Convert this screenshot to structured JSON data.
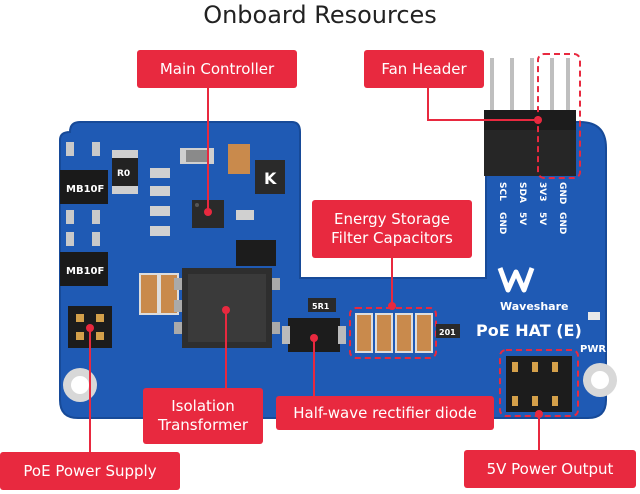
{
  "title": "Onboard Resources",
  "colors": {
    "label_bg": "#e8293f",
    "pcb_blue": "#1f5ab4",
    "pcb_edge": "#174a98"
  },
  "labels": {
    "main_controller": "Main Controller",
    "fan_header": "Fan Header",
    "energy_storage": "Energy Storage\nFilter Capacitors",
    "isolation_transformer": "Isolation\nTransformer",
    "rectifier_diode": "Half-wave rectifier diode",
    "poe_power_supply": "PoE Power Supply",
    "power_output": "5V Power Output"
  },
  "board_text": {
    "brand": "Waveshare",
    "model": "PoE HAT (E)",
    "pwr": "PWR",
    "pins_left": [
      "SCL",
      "SDA",
      "3V3",
      "GND"
    ],
    "pins_right": [
      "GND",
      "5V",
      "5V",
      "GND"
    ],
    "chip1": "MB10F",
    "chip2": "MB10F",
    "small1": "R0",
    "sr1": "5R1",
    "r201": "201"
  }
}
